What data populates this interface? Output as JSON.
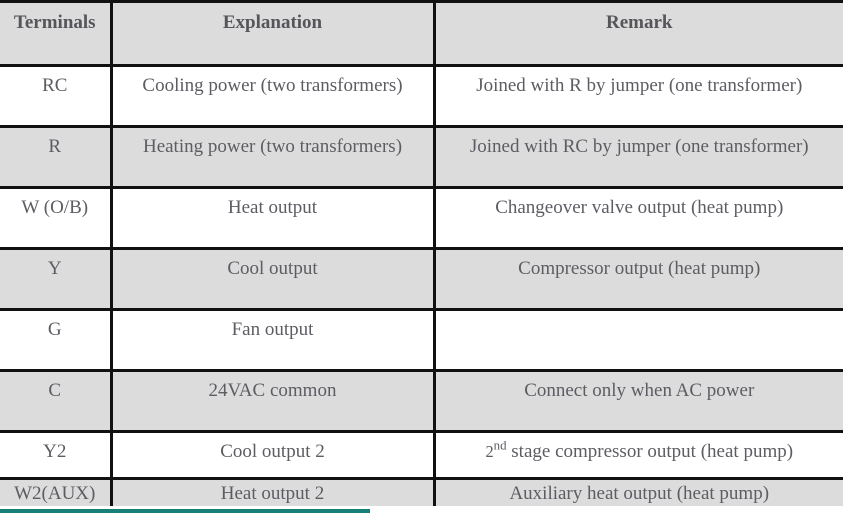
{
  "table": {
    "name": "thermostat-terminal-designations",
    "columns": [
      {
        "key": "terminals",
        "label": "Terminals"
      },
      {
        "key": "explanation",
        "label": "Explanation"
      },
      {
        "key": "remark",
        "label": "Remark"
      }
    ],
    "rows": [
      {
        "terminals": "RC",
        "explanation": "Cooling power (two transformers)",
        "remark": "Joined with R by jumper (one transformer)",
        "shade": "white"
      },
      {
        "terminals": "R",
        "explanation": "Heating power (two transformers)",
        "remark": "Joined with RC by jumper (one transformer)",
        "shade": "gray"
      },
      {
        "terminals": "W (O/B)",
        "explanation": "Heat output",
        "remark": "Changeover valve output (heat pump)",
        "shade": "white"
      },
      {
        "terminals": "Y",
        "explanation": "Cool output",
        "remark": "Compressor output (heat pump)",
        "shade": "gray"
      },
      {
        "terminals": "G",
        "explanation": "Fan output",
        "remark": "",
        "shade": "white"
      },
      {
        "terminals": "C",
        "explanation": "24VAC common",
        "remark": "Connect only when AC power",
        "shade": "gray"
      },
      {
        "terminals": "Y2",
        "explanation": "Cool output 2",
        "remark_ordinal_number": "2",
        "remark_ordinal_suffix": "nd",
        "remark_rest": " stage compressor output (heat pump)",
        "shade": "white"
      },
      {
        "terminals": "W2(AUX)",
        "explanation": "Heat output 2",
        "remark": "Auxiliary heat output (heat pump)",
        "shade": "gray"
      }
    ]
  },
  "colors": {
    "grid_line": "#111111",
    "row_gray": "#dcdcdc",
    "row_white": "#ffffff",
    "text": "#5c5c63",
    "header_text": "#55555a",
    "accent_bar": "#158078"
  }
}
